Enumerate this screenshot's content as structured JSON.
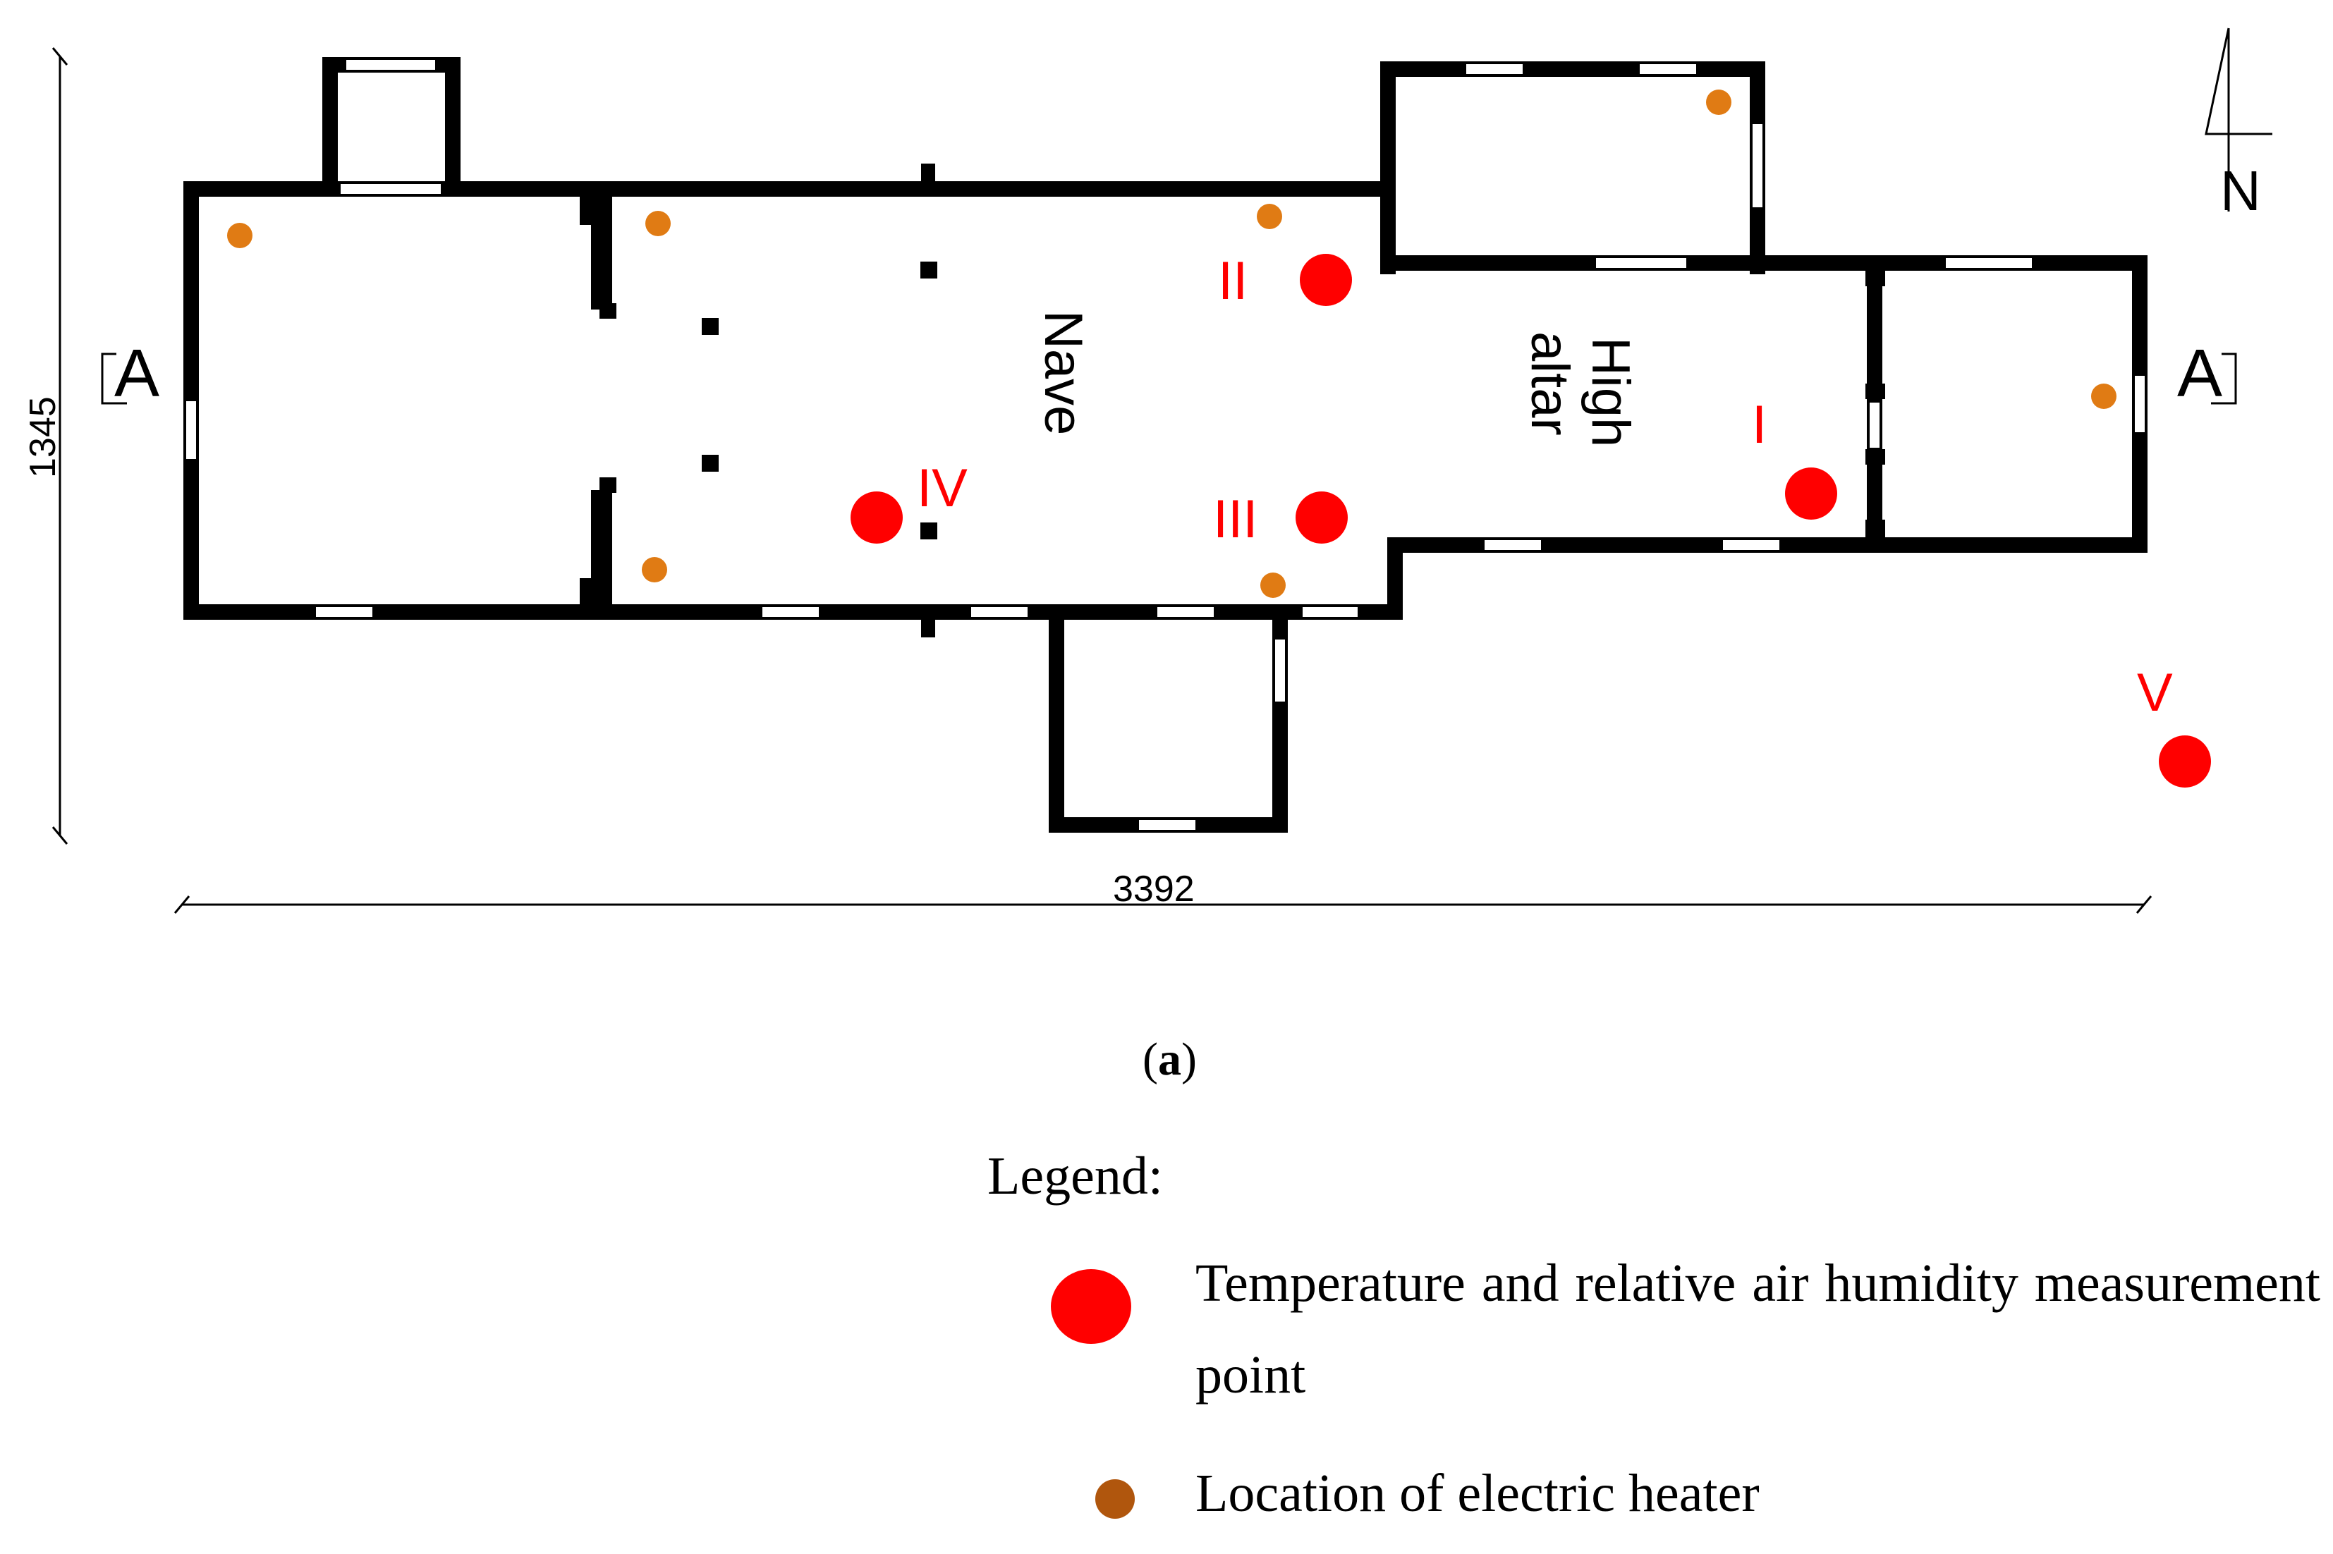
{
  "diagram": {
    "dimension_vertical": "1345",
    "dimension_horizontal": "3392",
    "section_left": "A",
    "section_right": "A",
    "north_label": "N",
    "room_nave": "Nave",
    "room_high_altar_line1": "High",
    "room_high_altar_line2": "altar",
    "point_I": "I",
    "point_II": "II",
    "point_III": "III",
    "point_IV": "IV",
    "point_V": "V"
  },
  "caption": {
    "open": "(",
    "letter": "a",
    "close": ")"
  },
  "legend": {
    "title": "Legend:",
    "measurement_point": "Temperature and relative air humidity measurement point",
    "heater": "Location of electric heater"
  },
  "colors": {
    "measurement_point": "#ff0000",
    "heater": "#e07b14",
    "heater_legend": "#b0560d",
    "wall": "#000000",
    "label_red": "#ff0000"
  }
}
